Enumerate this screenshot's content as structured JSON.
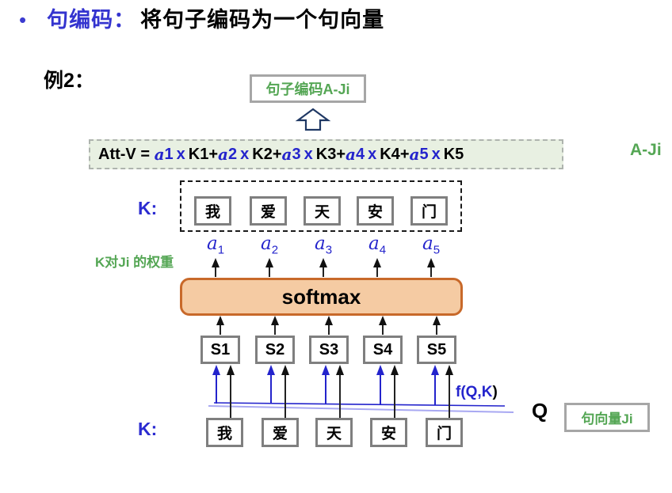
{
  "colors": {
    "accent_blue": "#2424cc",
    "accent_green": "#54a654",
    "softmax_fill": "#f5cba3",
    "softmax_border": "#c8692a",
    "formula_bg": "#e8f0e2",
    "box_border_gray": "#7f7f7f"
  },
  "header": {
    "bullet": "•",
    "title_blue": "句编码：",
    "title_black": "将句子编码为一个句向量"
  },
  "example_label": "例2：",
  "encoding_box": {
    "label": "句子编码A-Ji"
  },
  "formula": {
    "prefix": "Att-V",
    "equals": " = ",
    "mult": "x",
    "plus": "+",
    "terms": [
      {
        "a": "a",
        "n": "1",
        "k": "K1"
      },
      {
        "a": "a",
        "n": "2",
        "k": "K2"
      },
      {
        "a": "a",
        "n": "3",
        "k": "K3"
      },
      {
        "a": "a",
        "n": "4",
        "k": "K4"
      },
      {
        "a": "a",
        "n": "5",
        "k": "K5"
      }
    ]
  },
  "result_label": "A-Ji",
  "k_label_top": "K:",
  "k_label_bottom": "K:",
  "words": [
    "我",
    "爱",
    "天",
    "安",
    "门"
  ],
  "alpha": {
    "base": "a",
    "subs": [
      "1",
      "2",
      "3",
      "4",
      "5"
    ]
  },
  "weights_caption": "K对Ji 的权重",
  "softmax_label": "softmax",
  "s_labels": [
    "S1",
    "S2",
    "S3",
    "S4",
    "S5"
  ],
  "fqk": {
    "blue": "f(Q,K",
    "black": ")"
  },
  "q_label": "Q",
  "vector_box": {
    "label": "句向量Ji"
  }
}
